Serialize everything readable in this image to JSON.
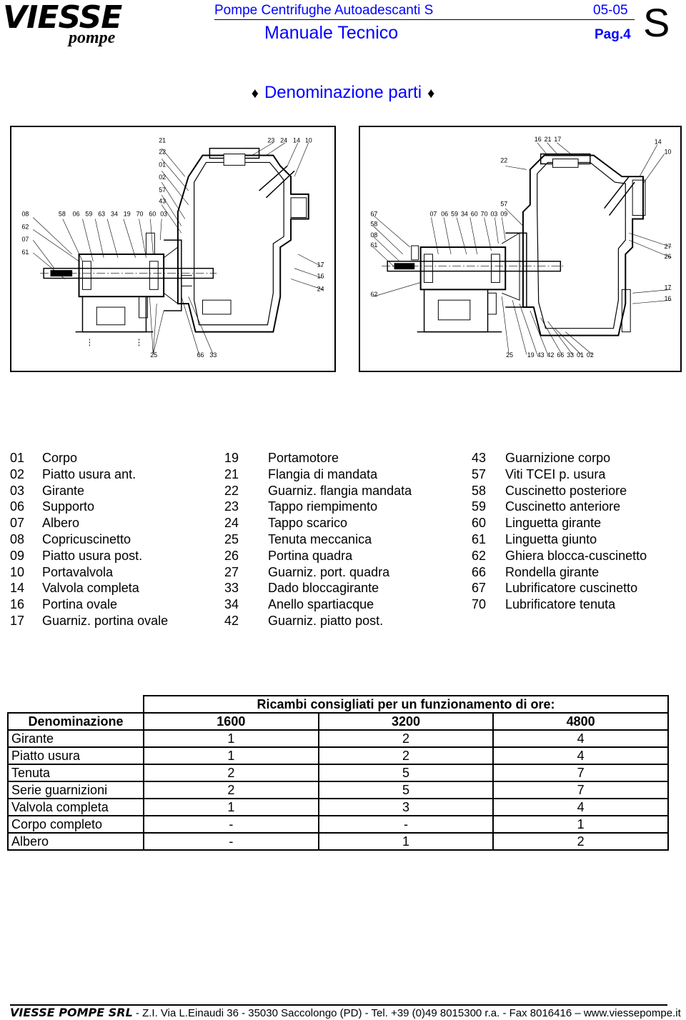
{
  "header": {
    "logo_main": "VIESSE",
    "logo_sub": "pompe",
    "title": "Pompe Centrifughe Autoadescanti  S",
    "date": "05-05",
    "subtitle": "Manuale Tecnico",
    "page": "Pag.4",
    "series": "S"
  },
  "section_title": "Denominazione parti",
  "drawing_left": {
    "top_labels": [
      "21",
      "23",
      "24",
      "14",
      "10",
      "22",
      "01",
      "02",
      "57",
      "43"
    ],
    "row_labels": [
      "08",
      "58",
      "06",
      "59",
      "63",
      "34",
      "19",
      "70",
      "60",
      "03"
    ],
    "side_labels": [
      "62",
      "07",
      "61",
      "17",
      "16",
      "24"
    ],
    "bottom_labels": [
      "25",
      "66",
      "33"
    ]
  },
  "drawing_right": {
    "top_labels": [
      "16",
      "21",
      "17",
      "14",
      "10",
      "22",
      "57"
    ],
    "row_labels": [
      "67",
      "07",
      "06",
      "59",
      "34",
      "60",
      "70",
      "03",
      "09"
    ],
    "side_labels": [
      "58",
      "08",
      "61",
      "62",
      "27",
      "26",
      "17",
      "16"
    ],
    "bottom_labels": [
      "25",
      "19",
      "43",
      "42",
      "66",
      "33",
      "01",
      "02"
    ]
  },
  "parts": {
    "col1": [
      {
        "n": "01",
        "name": "Corpo"
      },
      {
        "n": "02",
        "name": "Piatto usura ant."
      },
      {
        "n": "03",
        "name": "Girante"
      },
      {
        "n": "06",
        "name": "Supporto"
      },
      {
        "n": "07",
        "name": "Albero"
      },
      {
        "n": "08",
        "name": "Copricuscinetto"
      },
      {
        "n": "09",
        "name": "Piatto usura post."
      },
      {
        "n": "10",
        "name": "Portavalvola"
      },
      {
        "n": "14",
        "name": "Valvola completa"
      },
      {
        "n": "16",
        "name": "Portina ovale"
      },
      {
        "n": "17",
        "name": "Guarniz. portina ovale"
      }
    ],
    "col2": [
      {
        "n": "19",
        "name": "Portamotore"
      },
      {
        "n": "21",
        "name": "Flangia di mandata"
      },
      {
        "n": "22",
        "name": "Guarniz. flangia mandata"
      },
      {
        "n": "23",
        "name": "Tappo riempimento"
      },
      {
        "n": "24",
        "name": "Tappo scarico"
      },
      {
        "n": "25",
        "name": "Tenuta meccanica"
      },
      {
        "n": "26",
        "name": "Portina quadra"
      },
      {
        "n": "27",
        "name": "Guarniz. port. quadra"
      },
      {
        "n": "33",
        "name": "Dado bloccagirante"
      },
      {
        "n": "34",
        "name": "Anello spartiacque"
      },
      {
        "n": "42",
        "name": "Guarniz. piatto post."
      }
    ],
    "col3": [
      {
        "n": "43",
        "name": "Guarnizione corpo"
      },
      {
        "n": "57",
        "name": "Viti TCEI p. usura"
      },
      {
        "n": "58",
        "name": "Cuscinetto posteriore"
      },
      {
        "n": "59",
        "name": "Cuscinetto anteriore"
      },
      {
        "n": "60",
        "name": "Linguetta girante"
      },
      {
        "n": "61",
        "name": "Linguetta giunto"
      },
      {
        "n": "62",
        "name": "Ghiera blocca-cuscinetto"
      },
      {
        "n": "66",
        "name": "Rondella girante"
      },
      {
        "n": "67",
        "name": "Lubrificatore cuscinetto"
      },
      {
        "n": "70",
        "name": "Lubrificatore tenuta"
      }
    ]
  },
  "spares": {
    "caption": "Ricambi consigliati per un funzionamento di ore:",
    "headers": [
      "Denominazione",
      "1600",
      "3200",
      "4800"
    ],
    "rows": [
      [
        "Girante",
        "1",
        "2",
        "4"
      ],
      [
        "Piatto usura",
        "1",
        "2",
        "4"
      ],
      [
        "Tenuta",
        "2",
        "5",
        "7"
      ],
      [
        "Serie guarnizioni",
        "2",
        "5",
        "7"
      ],
      [
        "Valvola completa",
        "1",
        "3",
        "4"
      ],
      [
        "Corpo completo",
        "-",
        "-",
        "1"
      ],
      [
        "Albero",
        "-",
        "1",
        "2"
      ]
    ]
  },
  "footer": {
    "brand": "VIESSE POMPE SRL",
    "address": " - Z.I. Via L.Einaudi 36 - 35030 Saccolongo  (PD) - Tel. +39 (0)49 8015300 r.a. - Fax 8016416 – www.viessepompe.it"
  }
}
